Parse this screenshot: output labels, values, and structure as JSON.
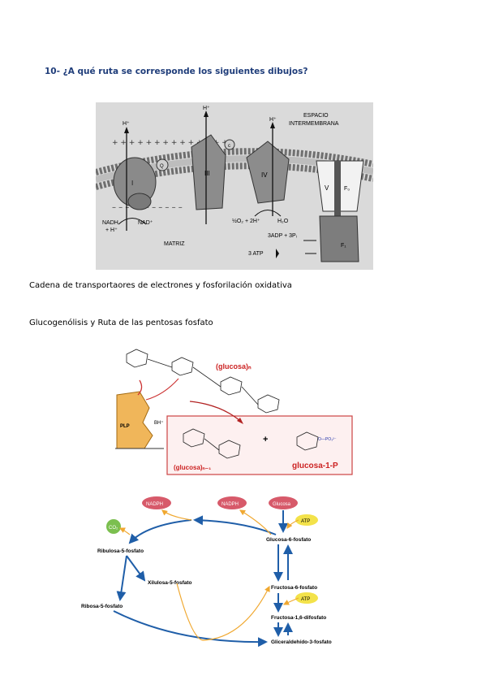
{
  "question": {
    "title": "10- ¿A qué ruta se corresponde los siguientes dibujos?"
  },
  "figure1": {
    "labels": {
      "h1": "H⁺",
      "h2": "H⁺",
      "h3": "H⁺",
      "space": "ESPACIO",
      "intermembrane": "INTERMEMBRANA",
      "c1": "I",
      "c3": "III",
      "c4": "IV",
      "c5": "V",
      "f0": "F₀",
      "f1": "F₁",
      "q": "Q",
      "c": "c",
      "nadh": "NADH",
      "plus_h": "+ H⁺",
      "nad": "NAD⁺",
      "o2": "½O₂ + 2H⁺",
      "h2o": "H₂O",
      "matrix": "MATRIZ",
      "adp": "3ADP + 3Pᵢ",
      "atp": "3  ATP"
    }
  },
  "caption1": "Cadena de transportaores de electrones y fosforilación oxidativa",
  "caption2": "Glucogenólisis y Ruta de las pentosas fosfato",
  "figure2": {
    "labels": {
      "glucosa_n": "(glucosa)ₙ",
      "glucosa_n1": "(glucosa)ₙ₋₁",
      "glucosa1p": "glucosa-1-P",
      "plp": "PLP",
      "bh": "BH⁺",
      "plus": "+",
      "opo3": "O—PO₃²⁻"
    }
  },
  "figure3": {
    "nodes": {
      "nadph1": "NADPH",
      "nadph2": "NADPH",
      "glucosa": "Glucosa",
      "co2": "CO₂",
      "atp1": "ATP",
      "atp2": "ATP",
      "g6p": "Glucosa-6-fosfato",
      "ribulosa": "Ribulosa-5-fosfato",
      "xilulosa": "Xilulosa-5-fosfato",
      "f6p": "Fructosa-6-fosfato",
      "ribosa": "Ribosa-5-fosfato",
      "f16": "Fructosa-1,6-difosfato",
      "gap": "Gliceraldehído-3-fosfato"
    }
  }
}
